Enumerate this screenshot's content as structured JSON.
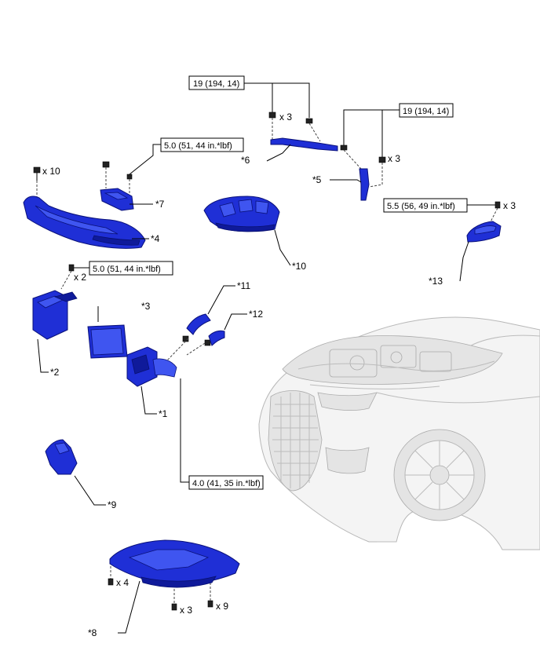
{
  "labels": {
    "p1": "*1",
    "p2": "*2",
    "p3": "*3",
    "p4": "*4",
    "p5": "*5",
    "p6": "*6",
    "p7": "*7",
    "p8": "*8",
    "p9": "*9",
    "p10": "*10",
    "p11": "*11",
    "p12": "*12",
    "p13": "*13"
  },
  "torques": {
    "t1": "19 (194, 14)",
    "t2": "19 (194, 14)",
    "t3": "5.0 (51, 44 in.*lbf)",
    "t4": "5.0 (51, 44 in.*lbf)",
    "t5": "5.5 (56, 49 in.*lbf)",
    "t6": "4.0 (41, 35 in.*lbf)"
  },
  "quantities": {
    "q_brace_left": "x 3",
    "q_brace_right": "x 3",
    "q_cover_4": "x 10",
    "q_ecu": "x 2",
    "q_cover_13": "x 3",
    "q_under_a": "x 4",
    "q_under_b": "x 3",
    "q_under_c": "x 9"
  }
}
